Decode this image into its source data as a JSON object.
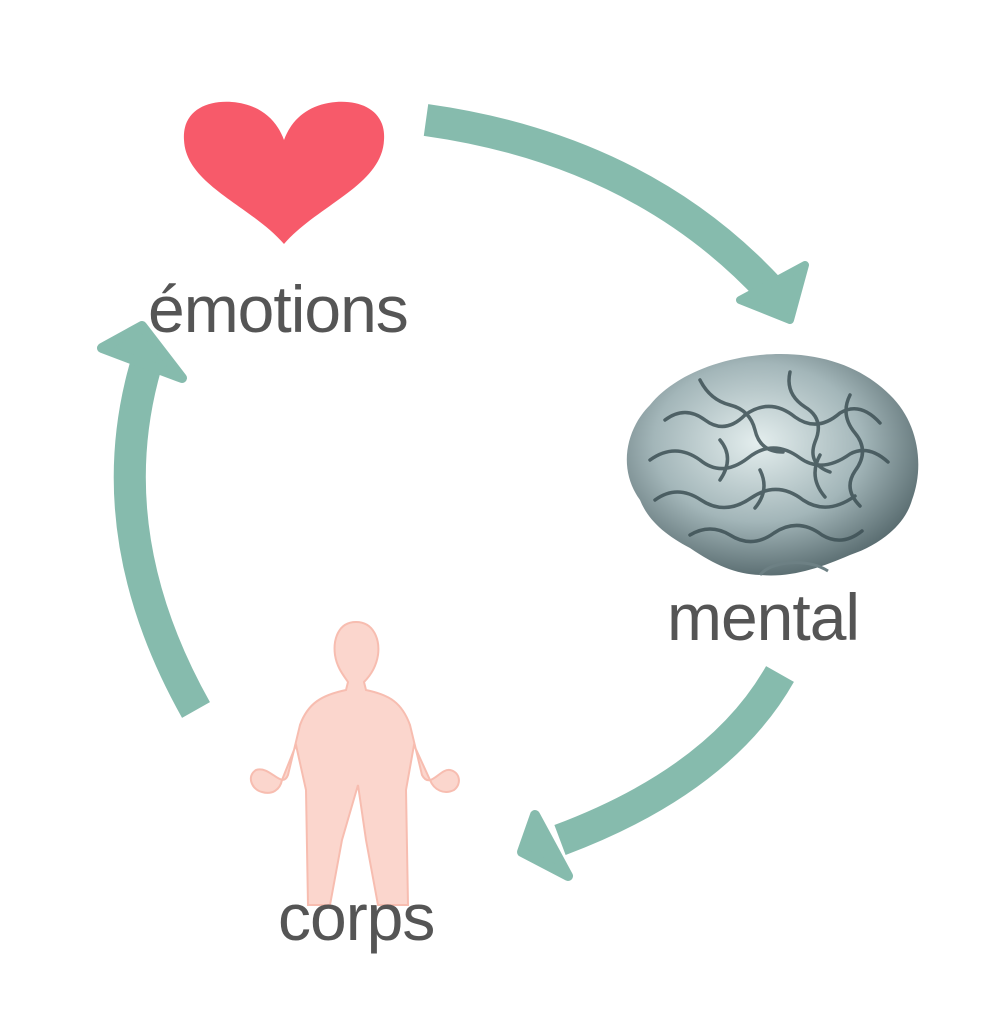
{
  "nodes": {
    "emotions": {
      "label": "émotions",
      "icon": "heart-icon",
      "color": "#f75a6a"
    },
    "mental": {
      "label": "mental",
      "icon": "brain-icon",
      "color": "#8fa4a8"
    },
    "corps": {
      "label": "corps",
      "icon": "human-body-icon",
      "color": "#fbd2c8"
    }
  },
  "cycle": [
    "émotions",
    "mental",
    "corps"
  ],
  "colors": {
    "arrow": "#86bbad",
    "label_text": "#555555",
    "background": "#ffffff"
  }
}
